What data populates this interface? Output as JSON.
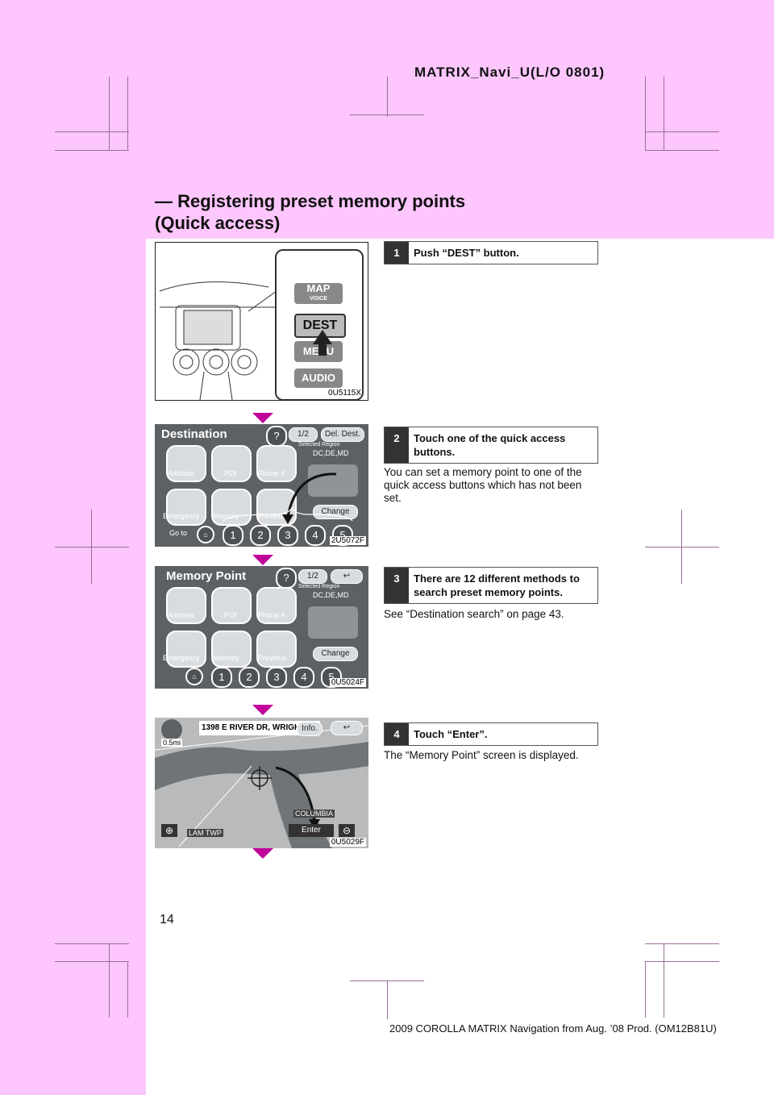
{
  "header": "MATRIX_Navi_U(L/O 0801)",
  "section_title": "— Registering preset memory points (Quick access)",
  "section_title_lines": [
    "— Registering preset memory points",
    "(Quick access)"
  ],
  "steps": [
    {
      "num": "1",
      "text": "Push “DEST” button.",
      "body": ""
    },
    {
      "num": "2",
      "text": "Touch one of the quick access buttons.",
      "body": "You can set a memory point to one of the quick access buttons which has not been set."
    },
    {
      "num": "3",
      "text": "There are 12 different methods to search preset memory points.",
      "body": "See “Destination search” on page 43."
    },
    {
      "num": "4",
      "text": "Touch “Enter”.",
      "body": "The “Memory Point” screen is displayed."
    }
  ],
  "images": {
    "img1": {
      "code": "0U5115X",
      "buttons": [
        "MAP",
        "VOICE",
        "DEST",
        "MENU",
        "AUDIO"
      ]
    },
    "img2": {
      "code": "2U5072F",
      "title": "Destination",
      "page": "1/2",
      "del": "Del. Dest.",
      "region_label": "Selected Region",
      "region": "DC,DE,MD",
      "buttons": [
        "Address",
        "POI",
        "Phone #",
        "Emergency",
        "Memory",
        "Previous"
      ],
      "change": "Change",
      "goto": "Go to",
      "presets": [
        "1",
        "2",
        "3",
        "4",
        "5"
      ]
    },
    "img3": {
      "code": "0U5024F",
      "title": "Memory Point",
      "page": "1/2",
      "region_label": "Selected Region",
      "region": "DC,DE,MD",
      "buttons": [
        "Address",
        "POI",
        "Phone #",
        "Emergency",
        "Memory",
        "Previous"
      ],
      "change": "Change",
      "presets": [
        "1",
        "2",
        "3",
        "4",
        "5"
      ]
    },
    "img4": {
      "code": "0U5029F",
      "address": "1398 E RIVER DR, WRIGH...",
      "info": "Info.",
      "scale": "0.5mi",
      "enter": "Enter",
      "place1": "COLUMBIA",
      "place2": "LAM TWP"
    }
  },
  "page_number": "14",
  "footer": "2009 COROLLA MATRIX Navigation from Aug. ’08 Prod. (OM12B81U)"
}
